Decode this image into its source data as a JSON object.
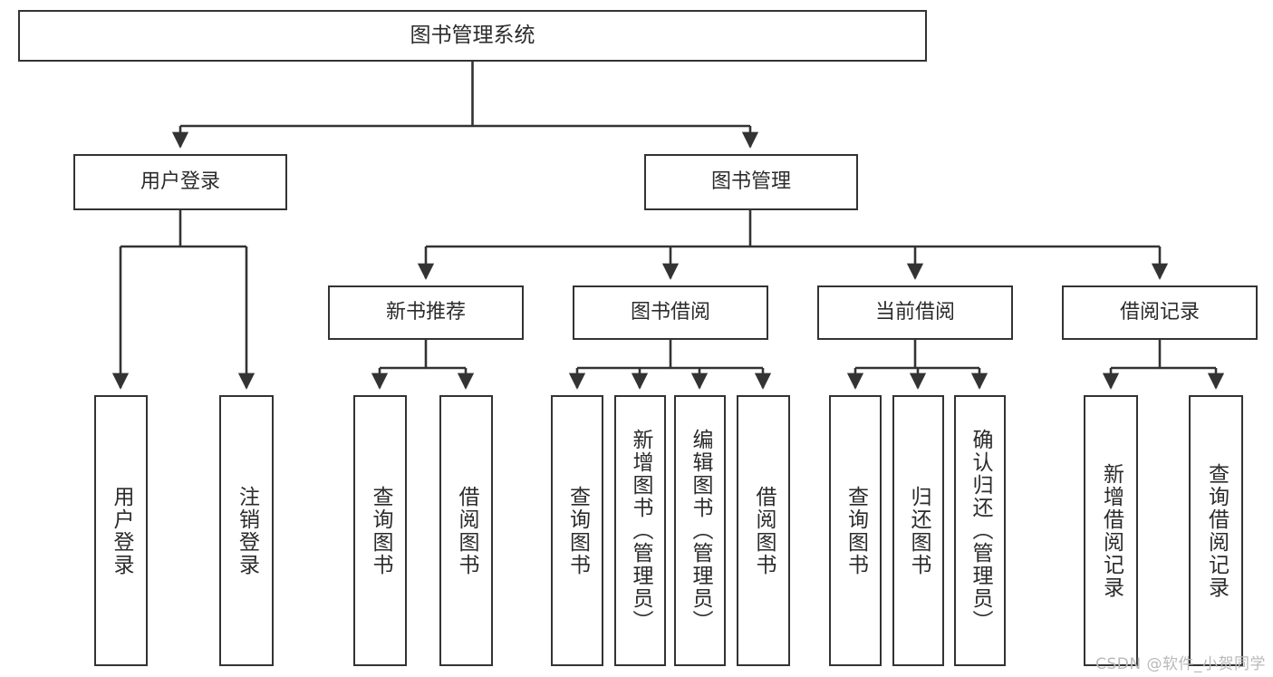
{
  "diagram": {
    "type": "tree",
    "title": "图书管理系统",
    "root": {
      "label": "图书管理系统"
    },
    "level2": [
      {
        "label": "用户登录"
      },
      {
        "label": "图书管理"
      }
    ],
    "level3": [
      {
        "label": "新书推荐"
      },
      {
        "label": "图书借阅"
      },
      {
        "label": "当前借阅"
      },
      {
        "label": "借阅记录"
      }
    ],
    "leaves": {
      "user_login": [
        {
          "label": "用户登录"
        },
        {
          "label": "注销登录"
        }
      ],
      "new_book": [
        {
          "label": "查询图书"
        },
        {
          "label": "借阅图书"
        }
      ],
      "book_borrow": [
        {
          "label": "查询图书"
        },
        {
          "label": "新增图书（管理员）"
        },
        {
          "label": "编辑图书（管理员）"
        },
        {
          "label": "借阅图书"
        }
      ],
      "current_borrow": [
        {
          "label": "查询图书"
        },
        {
          "label": "归还图书"
        },
        {
          "label": "确认归还（管理员）"
        }
      ],
      "borrow_record": [
        {
          "label": "新增借阅记录"
        },
        {
          "label": "查询借阅记录"
        }
      ]
    }
  },
  "watermark": {
    "text": "CSDN @软件_小贺同学"
  },
  "colors": {
    "box_border": "#333333",
    "box_fill": "#ffffff",
    "text": "#2b2b2b",
    "connector": "#333333",
    "watermark": "#b9b9b9",
    "background": "#ffffff"
  }
}
